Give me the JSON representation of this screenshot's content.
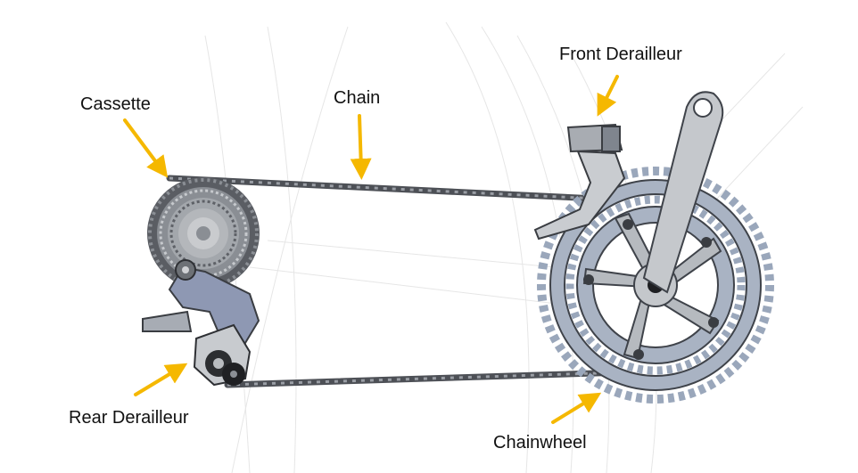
{
  "labels": {
    "cassette": "Cassette",
    "chain": "Chain",
    "front_derailleur": "Front Derailleur",
    "rear_derailleur": "Rear Derailleur",
    "chainwheel": "Chainwheel"
  },
  "colors": {
    "arrow": "#f5b800",
    "metal": "#b9bec4",
    "metal_dark": "#3a3d42",
    "metal_blue": "#8e98b3",
    "chain": "#55585e",
    "background_lines": "#e4e4e4"
  }
}
